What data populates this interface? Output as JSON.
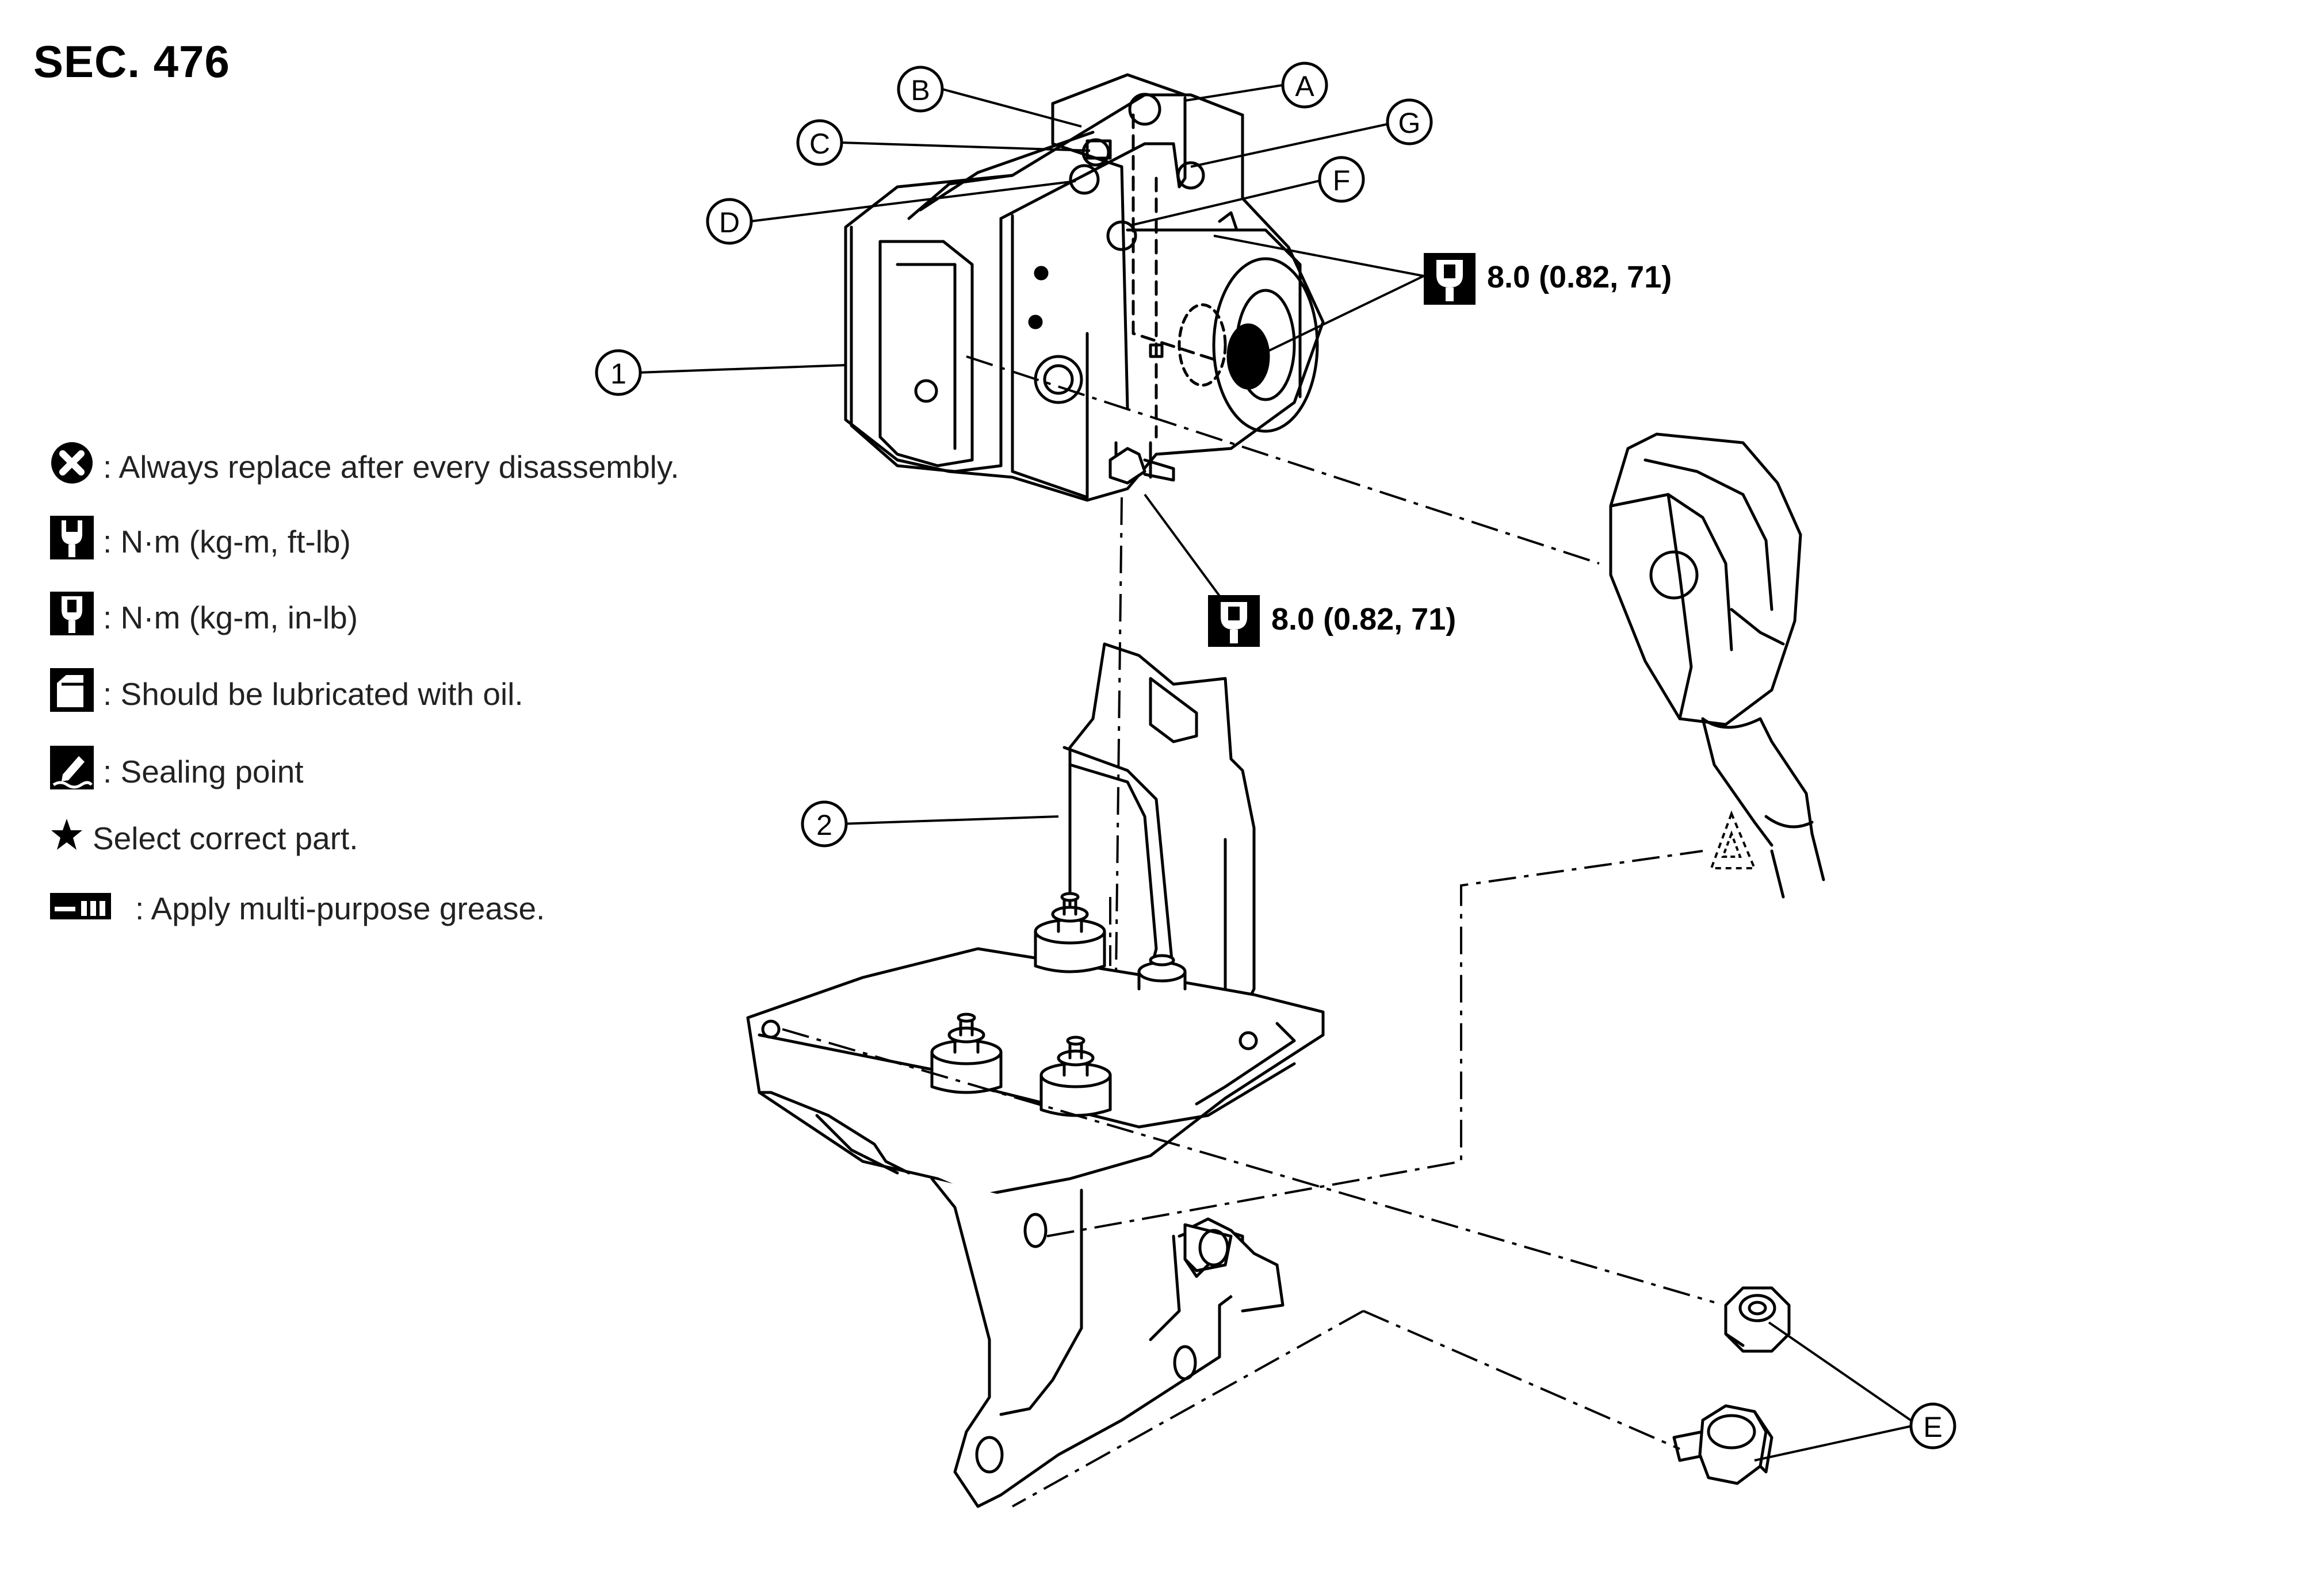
{
  "section": "SEC. 476",
  "legend": [
    {
      "icon": "circle-x-icon",
      "text": ": Always replace after every disassembly."
    },
    {
      "icon": "torque-wrench-icon",
      "text": ": N·m (kg-m, ft-lb)"
    },
    {
      "icon": "torque-wrench-filled-icon",
      "text": ": N·m (kg-m, in-lb)"
    },
    {
      "icon": "oil-can-icon",
      "text": ": Should be lubricated with oil."
    },
    {
      "icon": "sealing-icon",
      "text": ": Sealing point"
    },
    {
      "icon": "star-icon",
      "text": "Select correct part."
    },
    {
      "icon": "grease-icon",
      "text": ": Apply multi-purpose grease."
    }
  ],
  "callouts": {
    "A": "A",
    "B": "B",
    "C": "C",
    "D": "D",
    "E": "E",
    "F": "F",
    "G": "G",
    "one": "1",
    "two": "2"
  },
  "torque": {
    "upper": "8.0 (0.82, 71)",
    "lower": "8.0 (0.82, 71)"
  }
}
